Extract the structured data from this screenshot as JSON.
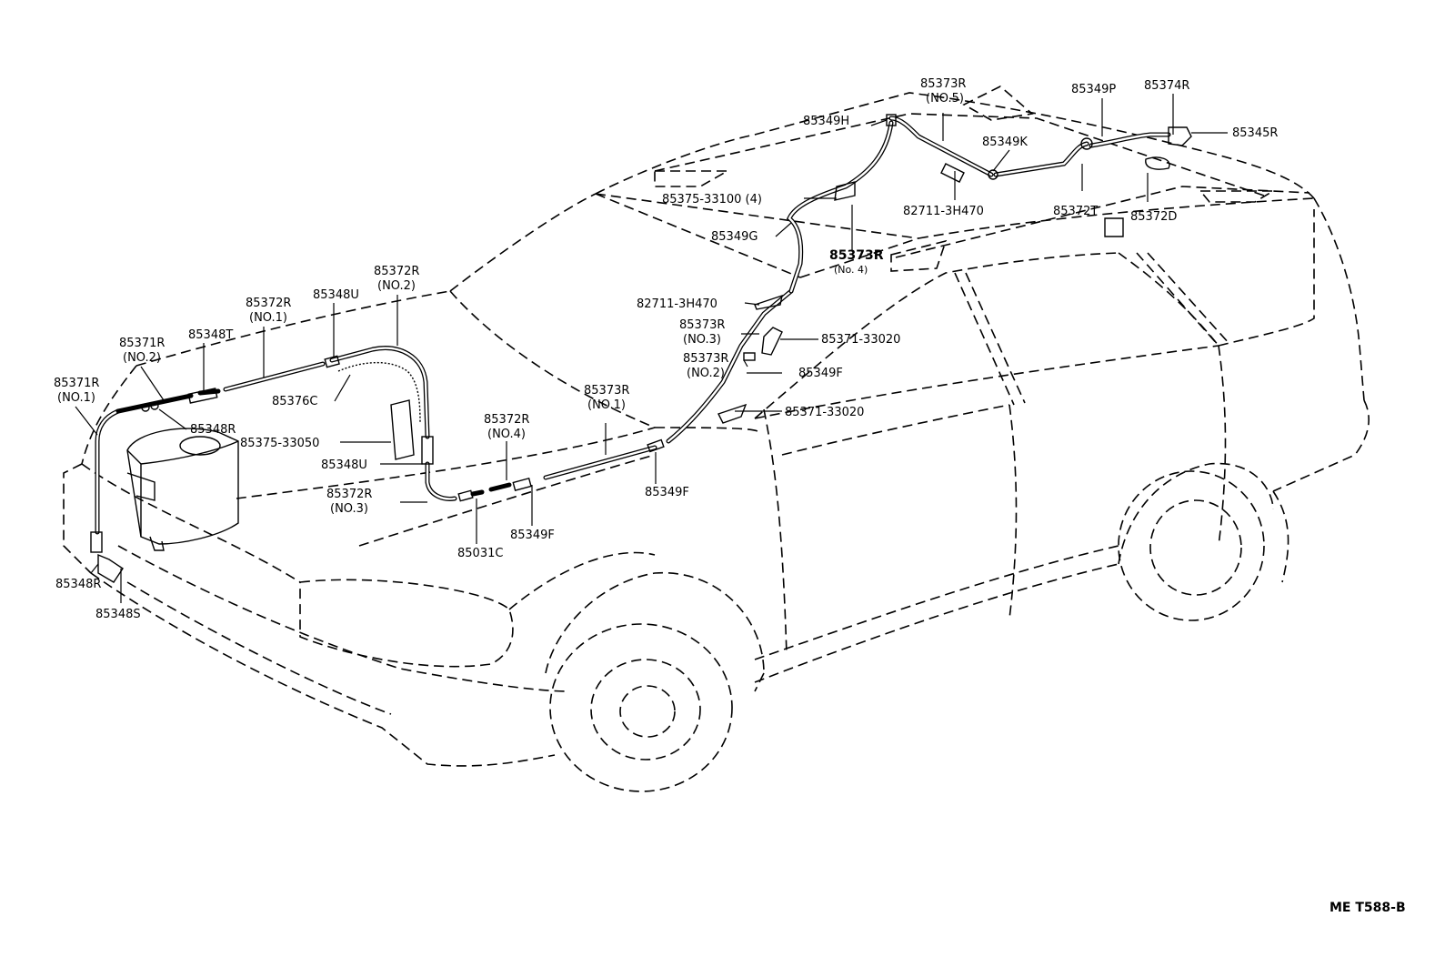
{
  "diagram": {
    "reference": "ME T588-B",
    "labels": [
      {
        "id": "l01",
        "text": "85373R",
        "sub": "(NO.5)"
      },
      {
        "id": "l02",
        "text": "85349P",
        "sub": ""
      },
      {
        "id": "l03",
        "text": "85374R",
        "sub": ""
      },
      {
        "id": "l04",
        "text": "85349H",
        "sub": ""
      },
      {
        "id": "l05",
        "text": "85345R",
        "sub": ""
      },
      {
        "id": "l06",
        "text": "85349K",
        "sub": ""
      },
      {
        "id": "l07",
        "text": "85375-33100 (4)",
        "sub": ""
      },
      {
        "id": "l08",
        "text": "82711-3H470",
        "sub": ""
      },
      {
        "id": "l09",
        "text": "85372T",
        "sub": ""
      },
      {
        "id": "l10",
        "text": "85372D",
        "sub": ""
      },
      {
        "id": "l11",
        "text": "85349G",
        "sub": ""
      },
      {
        "id": "l12",
        "text": "85373R",
        "sub": "(No. 4)"
      },
      {
        "id": "l13",
        "text": "82711-3H470",
        "sub": ""
      },
      {
        "id": "l14",
        "text": "85373R",
        "sub": "(NO.3)"
      },
      {
        "id": "l15",
        "text": "85371-33020",
        "sub": ""
      },
      {
        "id": "l16",
        "text": "85373R",
        "sub": "(NO.2)"
      },
      {
        "id": "l17",
        "text": "85349F",
        "sub": ""
      },
      {
        "id": "l18",
        "text": "85371-33020",
        "sub": ""
      },
      {
        "id": "l19",
        "text": "85373R",
        "sub": "(NO.1)"
      },
      {
        "id": "l20",
        "text": "85349F",
        "sub": ""
      },
      {
        "id": "l21",
        "text": "85372R",
        "sub": "(NO.4)"
      },
      {
        "id": "l22",
        "text": "85349F",
        "sub": ""
      },
      {
        "id": "l23",
        "text": "85031C",
        "sub": ""
      },
      {
        "id": "l24",
        "text": "85372R",
        "sub": "(NO.2)"
      },
      {
        "id": "l25",
        "text": "85372R",
        "sub": "(NO.1)"
      },
      {
        "id": "l26",
        "text": "85348U",
        "sub": ""
      },
      {
        "id": "l27",
        "text": "85348T",
        "sub": ""
      },
      {
        "id": "l28",
        "text": "85371R",
        "sub": "(NO.2)"
      },
      {
        "id": "l29",
        "text": "85376C",
        "sub": ""
      },
      {
        "id": "l30",
        "text": "85371R",
        "sub": "(NO.1)"
      },
      {
        "id": "l31",
        "text": "85348R",
        "sub": ""
      },
      {
        "id": "l32",
        "text": "85375-33050",
        "sub": ""
      },
      {
        "id": "l33",
        "text": "85348U",
        "sub": ""
      },
      {
        "id": "l34",
        "text": "85372R",
        "sub": "(NO.3)"
      },
      {
        "id": "l35",
        "text": "85348R",
        "sub": ""
      },
      {
        "id": "l36",
        "text": "85348S",
        "sub": ""
      }
    ]
  }
}
